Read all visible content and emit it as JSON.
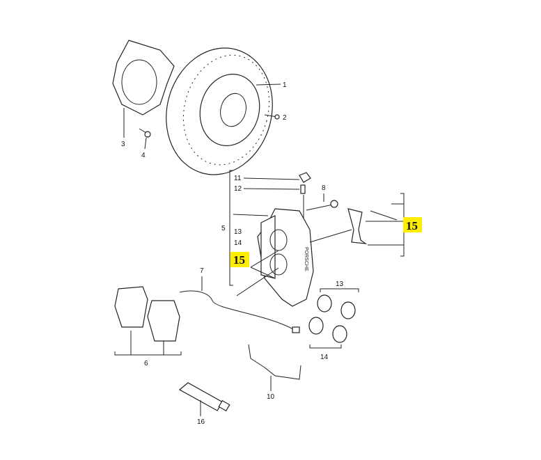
{
  "diagram": {
    "labels": {
      "p1": "1",
      "p2": "2",
      "p3": "3",
      "p4": "4",
      "p5": "5",
      "p6": "6",
      "p7": "7",
      "p8": "8",
      "p10": "10",
      "p11": "11",
      "p12": "12",
      "p13_caliper": "13",
      "p14_caliper": "14",
      "p13_seals": "13",
      "p14_seals": "14",
      "p16": "16"
    },
    "highlighted_labels": {
      "left": "15",
      "right": "15"
    },
    "highlight_color": "#ffee00",
    "caliper_brand": "PORSCHE"
  }
}
